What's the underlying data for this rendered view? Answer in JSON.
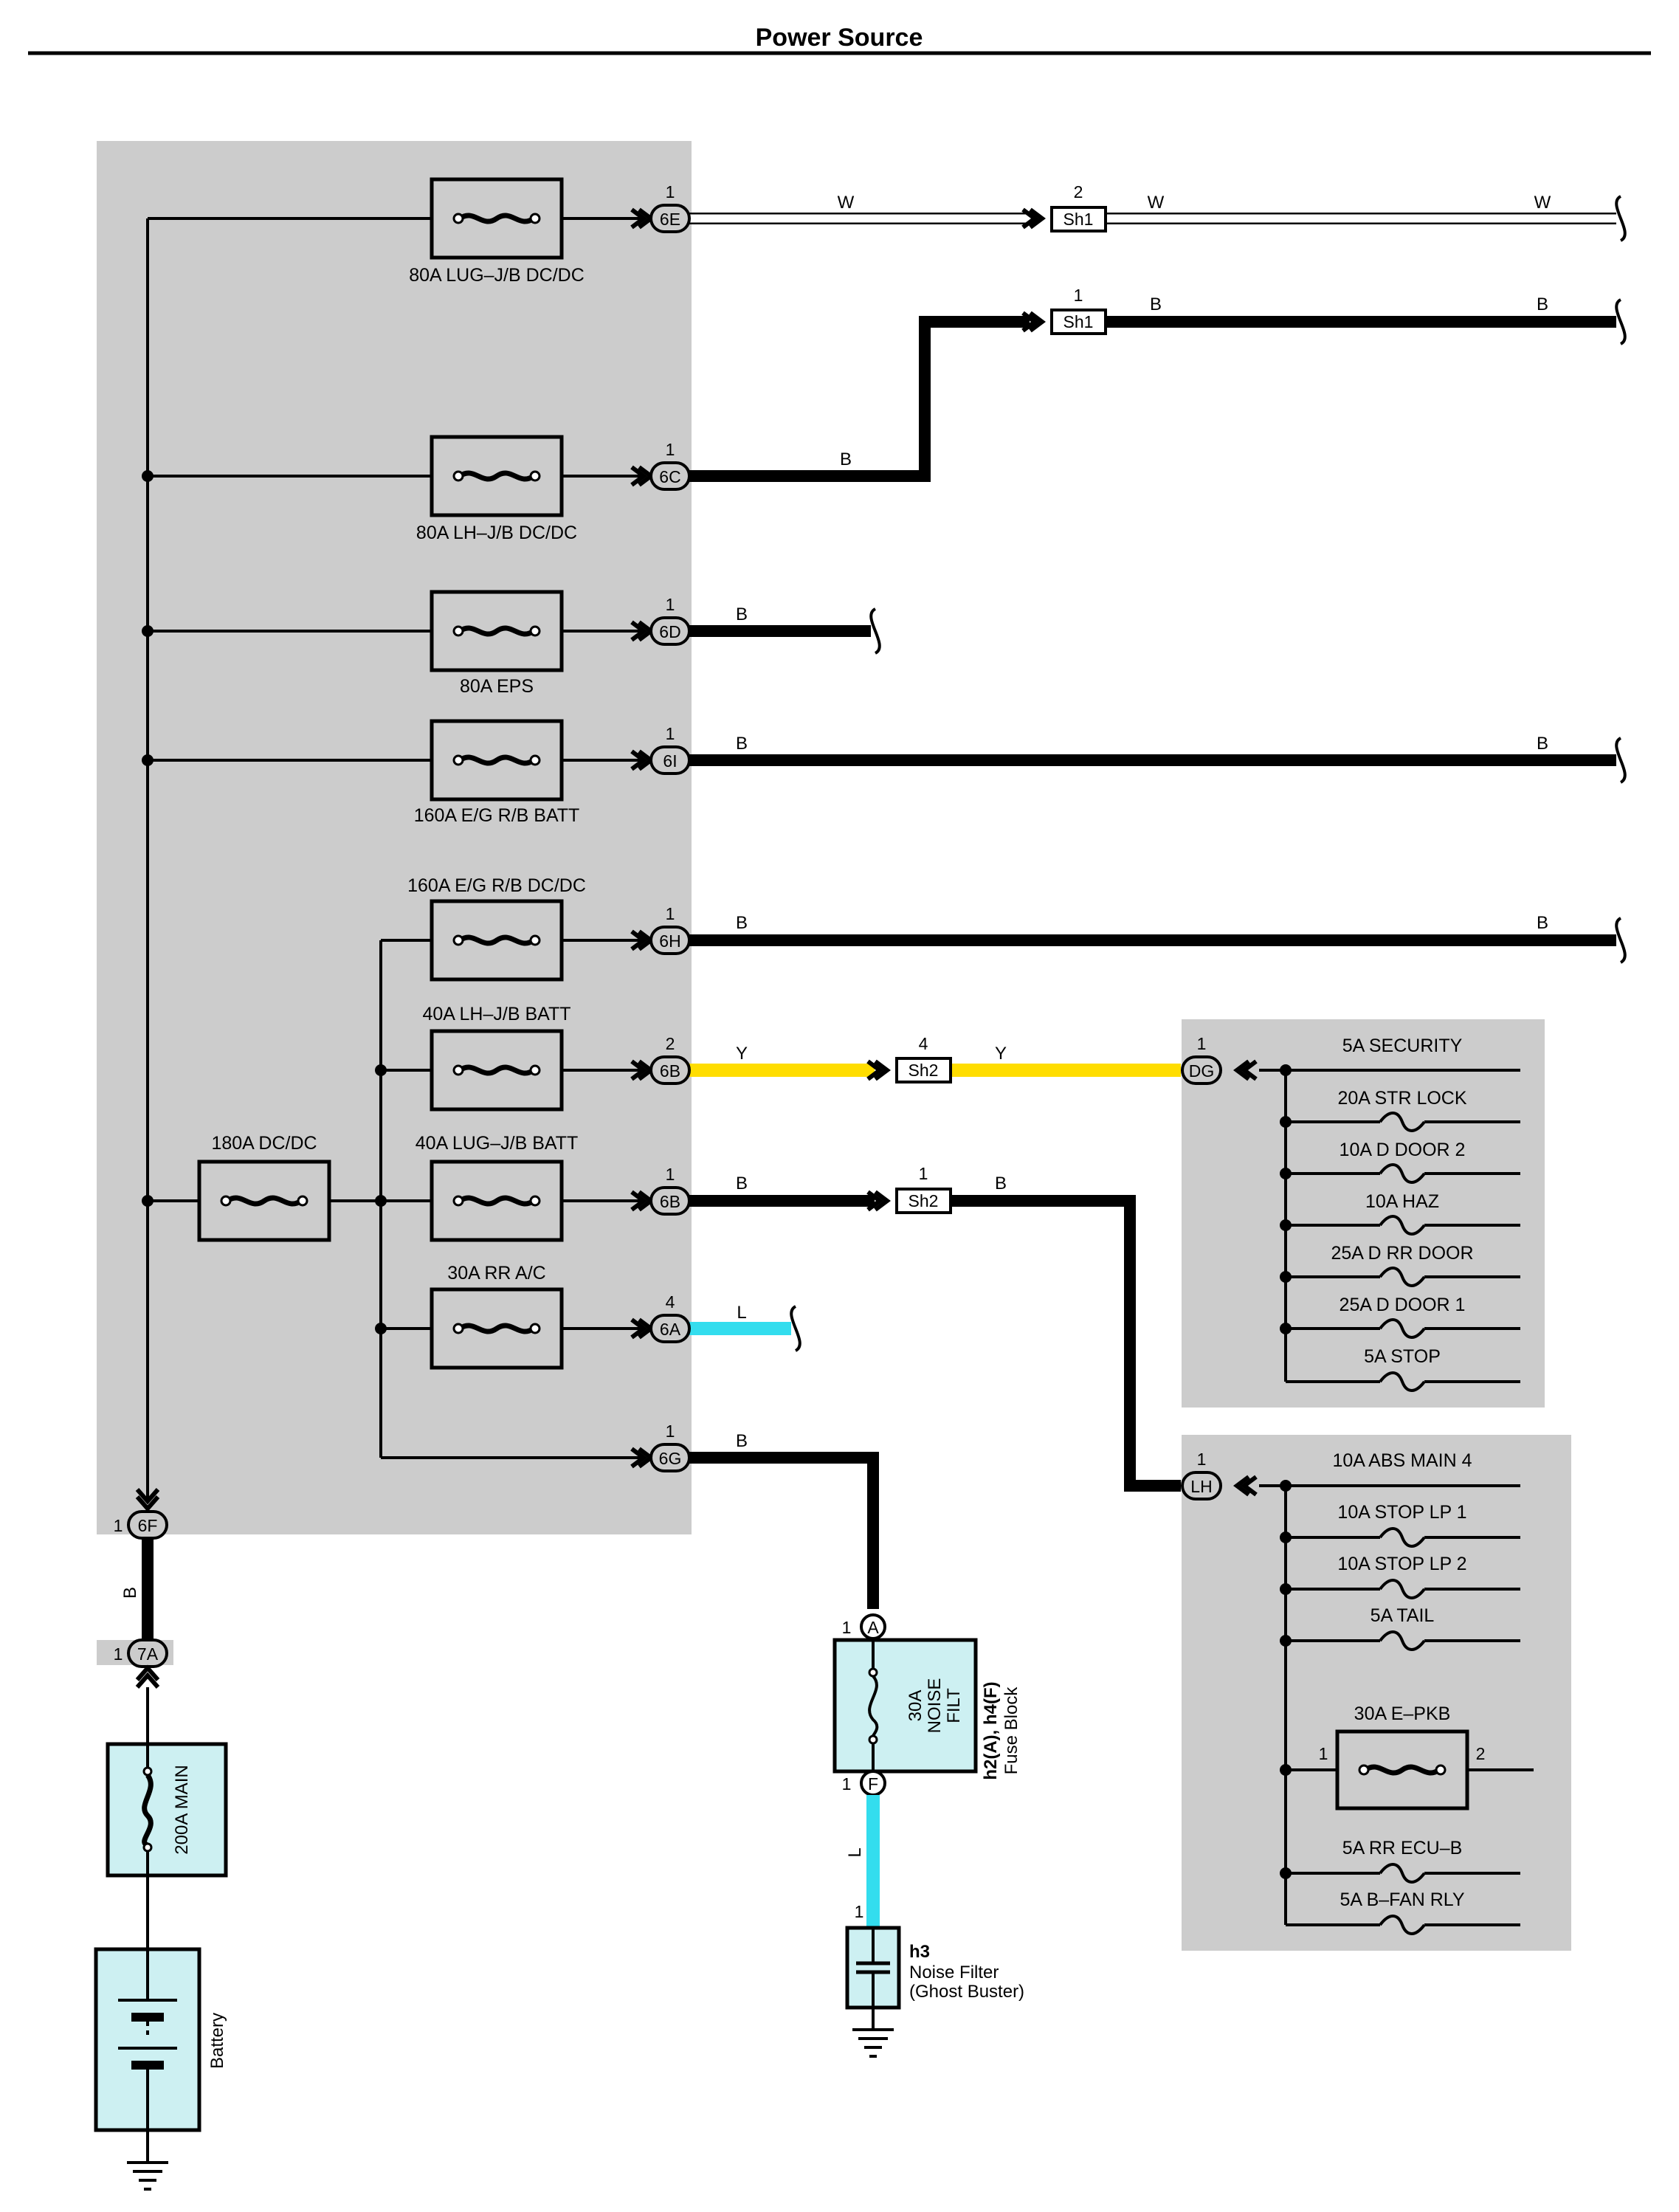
{
  "page": {
    "title": "Power Source"
  },
  "colors": {
    "panel": "#cccccc",
    "component_fill": "#cdf0f2",
    "wire_black": "#000000",
    "wire_white": "#ffffff",
    "wire_yellow": "#ffdd00",
    "wire_blue": "#33ddee"
  },
  "fuses_left": [
    {
      "id": "f1",
      "label": "80A LUG–J/B DC/DC"
    },
    {
      "id": "f2",
      "label": "80A LH–J/B DC/DC"
    },
    {
      "id": "f3",
      "label": "80A EPS"
    },
    {
      "id": "f4",
      "label": "160A E/G R/B BATT"
    },
    {
      "id": "f5",
      "label": "160A E/G R/B DC/DC"
    },
    {
      "id": "f6",
      "label": "40A LH–J/B BATT"
    },
    {
      "id": "f7",
      "label": "40A LUG–J/B BATT"
    },
    {
      "id": "f8",
      "label": "30A RR A/C"
    },
    {
      "id": "f9",
      "label": "180A DC/DC"
    }
  ],
  "connectors": [
    {
      "id": "c6E",
      "label": "6E",
      "pin": "1"
    },
    {
      "id": "c6C",
      "label": "6C",
      "pin": "1"
    },
    {
      "id": "c6D",
      "label": "6D",
      "pin": "1"
    },
    {
      "id": "c6I",
      "label": "6I",
      "pin": "1"
    },
    {
      "id": "c6H",
      "label": "6H",
      "pin": "1"
    },
    {
      "id": "c6B2",
      "label": "6B",
      "pin": "2"
    },
    {
      "id": "c6B1",
      "label": "6B",
      "pin": "1"
    },
    {
      "id": "c6A",
      "label": "6A",
      "pin": "4"
    },
    {
      "id": "c6G",
      "label": "6G",
      "pin": "1"
    },
    {
      "id": "c6F",
      "label": "6F",
      "pin": "1"
    },
    {
      "id": "c7A",
      "label": "7A",
      "pin": "1"
    },
    {
      "id": "cDG",
      "label": "DG",
      "pin": "1"
    },
    {
      "id": "cLH",
      "label": "LH",
      "pin": "1"
    },
    {
      "id": "cA",
      "label": "A",
      "pin": "1"
    },
    {
      "id": "cF",
      "label": "F",
      "pin": "1"
    }
  ],
  "splices": [
    {
      "id": "s1",
      "label": "Sh1",
      "pin": "2"
    },
    {
      "id": "s2",
      "label": "Sh1",
      "pin": "1"
    },
    {
      "id": "s3",
      "label": "Sh2",
      "pin": "4"
    },
    {
      "id": "s4",
      "label": "Sh2",
      "pin": "1"
    }
  ],
  "wire_colors": {
    "w": "W",
    "b": "B",
    "y": "Y",
    "l": "L"
  },
  "dg_fuses": [
    "5A SECURITY",
    "20A STR LOCK",
    "10A D DOOR 2",
    "10A HAZ",
    "25A D RR DOOR",
    "25A D DOOR 1",
    "5A STOP"
  ],
  "lh_fuses": [
    "10A ABS MAIN 4",
    "10A STOP LP 1",
    "10A STOP LP 2",
    "5A TAIL",
    "5A RR ECU–B",
    "5A B–FAN RLY"
  ],
  "lh_fusible": {
    "label": "30A E–PKB",
    "pin_left": "1",
    "pin_right": "2"
  },
  "main_fuse": {
    "label": "200A MAIN"
  },
  "battery": {
    "label": "Battery"
  },
  "fuse_block": {
    "inner_label_1": "30A",
    "inner_label_2": "NOISE",
    "inner_label_3": "FILT",
    "code": "h2(A), h4(F)",
    "name": "Fuse Block"
  },
  "noise_filter": {
    "pin": "1",
    "code": "h3",
    "name_1": "Noise Filter",
    "name_2": "(Ghost Buster)"
  }
}
